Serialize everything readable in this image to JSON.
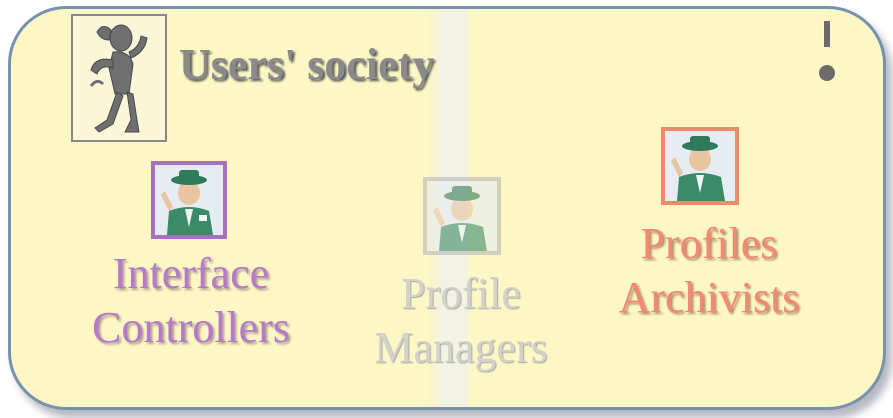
{
  "title": "Users' society",
  "groups": [
    {
      "label_line1": "Interface",
      "label_line2": "Controllers",
      "color": "#b57ac8",
      "icon": "agent-icon"
    },
    {
      "label_line1": "Profile",
      "label_line2": "Managers",
      "color": "#d2d2c8",
      "icon": "agent-icon"
    },
    {
      "label_line1": "Profiles",
      "label_line2": "Archivists",
      "color": "#f28a72",
      "icon": "agent-icon"
    }
  ],
  "icons": {
    "thinker": "thinking-person-icon",
    "alert": "exclamation-icon"
  }
}
